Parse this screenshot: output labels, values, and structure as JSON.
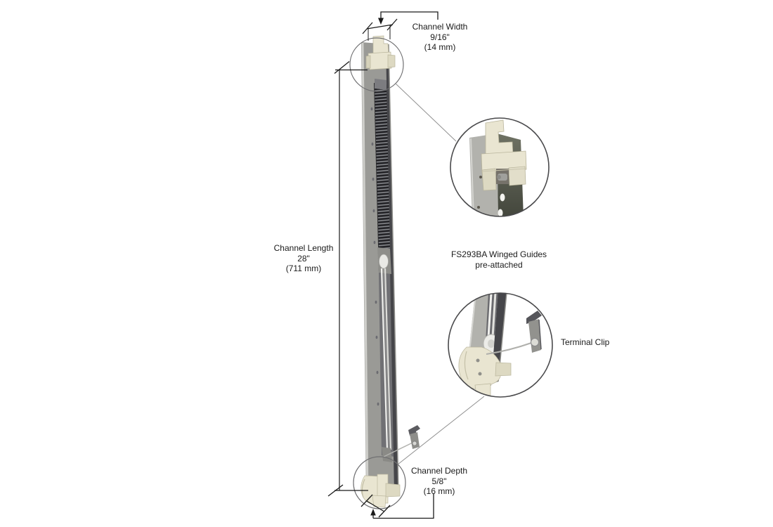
{
  "labels": {
    "channel_width": {
      "title": "Channel Width",
      "imperial": "9/16\"",
      "metric": "(14 mm)"
    },
    "channel_length": {
      "title": "Channel Length",
      "imperial": "28\"",
      "metric": "(711 mm)"
    },
    "channel_depth": {
      "title": "Channel Depth",
      "imperial": "5/8\"",
      "metric": "(16 mm)"
    },
    "winged_guides": {
      "line1": "FS293BA Winged Guides",
      "line2": "pre-attached"
    },
    "terminal_clip": {
      "title": "Terminal Clip"
    }
  },
  "colors": {
    "background": "#ffffff",
    "text": "#1a1a1a",
    "dimension_line": "#1b1b1b",
    "detail_circle_stroke": "#4a4a4c",
    "zoom_circle_stroke": "#6f6f71",
    "connector_line": "#8f8f8f",
    "channel_light": "#b2b2ad",
    "channel_face": "#9a9a96",
    "channel_flange_dark": "#46464a",
    "interior_dark": "#2c2c2e",
    "guide_cream": "#e9e5d1",
    "guide_cream_shadow": "#cbc7ae",
    "cord_white": "#f0f0ed"
  }
}
